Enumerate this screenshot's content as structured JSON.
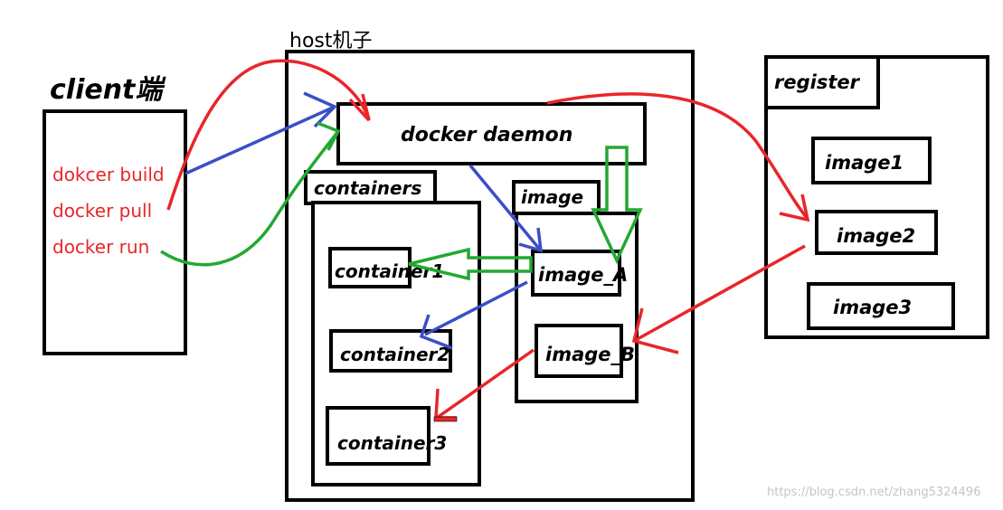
{
  "client": {
    "title": "client端",
    "commands": [
      "dokcer build",
      "docker pull",
      "docker run"
    ]
  },
  "host": {
    "title": "host机子",
    "daemon": "docker daemon",
    "containers": {
      "label": "containers",
      "items": [
        "container1",
        "container2",
        "container3"
      ]
    },
    "image": {
      "label": "image",
      "items": [
        "image_A",
        "image_B"
      ]
    }
  },
  "register": {
    "label": "register",
    "items": [
      "image1",
      "image2",
      "image3"
    ]
  },
  "watermark": "https://blog.csdn.net/zhang5324496",
  "colors": {
    "build": "#e8262a",
    "pull": "#e8262a",
    "run": "#22a832",
    "daemon_flow": "#3a4fc7",
    "text_red": "#e8262a"
  }
}
